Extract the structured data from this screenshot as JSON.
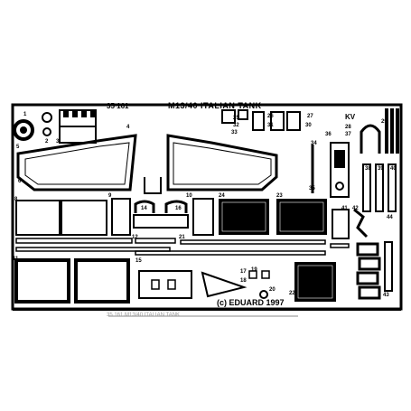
{
  "sheet": {
    "catalog_number": "35 161",
    "title": "M13/40 ITALIAN TANK",
    "copyright": "(c) EDUARD 1997",
    "side_mark": "KV",
    "bottom_strip_text": "35 161    M13/40 ITALIAN TANK"
  },
  "part_numbers": {
    "p1": "1",
    "p2": "2",
    "p3": "3",
    "p4": "4",
    "p5": "5",
    "p6": "6",
    "p8": "8",
    "p9": "9",
    "p10": "10",
    "p11": "11",
    "p12": "12",
    "p14": "14",
    "p15": "15",
    "p16": "16",
    "p17": "17",
    "p18": "18",
    "p19": "19",
    "p20": "20",
    "p21": "21",
    "p22": "22",
    "p23": "23",
    "p24": "24",
    "p25": "25",
    "p26": "26",
    "p27": "27",
    "p28": "28",
    "p29": "29",
    "p30": "30",
    "p31": "31",
    "p32": "32",
    "p33": "33",
    "p34": "34",
    "p35": "35",
    "p36": "36",
    "p37": "37",
    "p38": "38",
    "p39": "39",
    "p40": "40",
    "p41": "41",
    "p42": "42",
    "p43": "43",
    "p44": "44"
  },
  "colors": {
    "metal": "#000000",
    "background": "#ffffff"
  }
}
